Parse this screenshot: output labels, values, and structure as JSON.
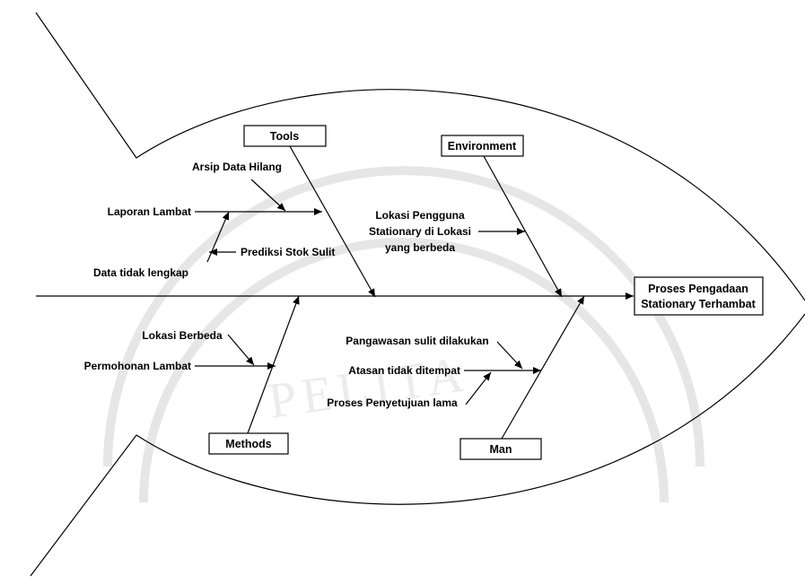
{
  "effect": {
    "line1": "Proses Pengadaan",
    "line2": "Stationary Terhambat"
  },
  "categories": {
    "tools": "Tools",
    "environment": "Environment",
    "methods": "Methods",
    "man": "Man"
  },
  "causes": {
    "arsip_data_hilang": "Arsip Data Hilang",
    "laporan_lambat": "Laporan Lambat",
    "prediksi_stok_sulit": "Prediksi Stok Sulit",
    "data_tidak_lengkap": "Data tidak lengkap",
    "lokasi_pengguna": {
      "line1": "Lokasi Pengguna",
      "line2": "Stationary di Lokasi",
      "line3": "yang berbeda"
    },
    "lokasi_berbeda": "Lokasi Berbeda",
    "permohonan_lambat": "Permohonan Lambat",
    "pengawasan_sulit": "Pangawasan sulit dilakukan",
    "atasan_tidak_ditempat": "Atasan tidak ditempat",
    "proses_penyetujuan_lama": "Proses Penyetujuan lama"
  },
  "watermark": {
    "text": "PELITA"
  }
}
